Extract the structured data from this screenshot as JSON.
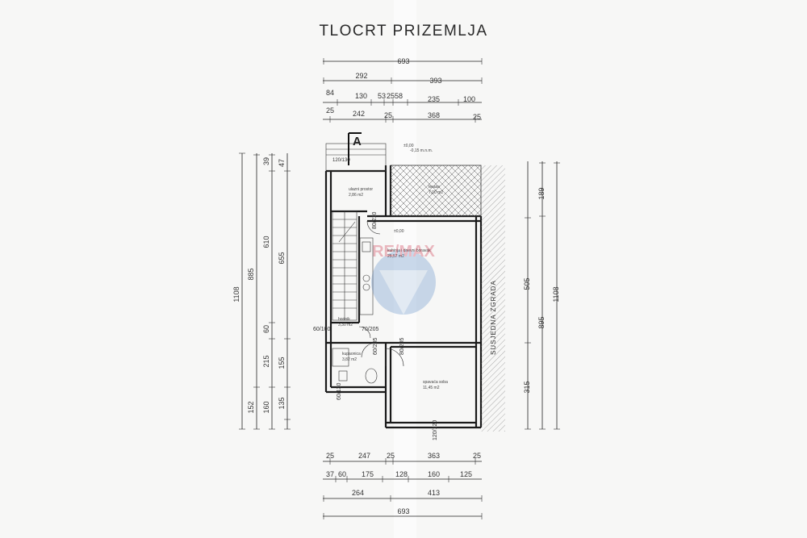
{
  "title": "TLOCRT PRIZEMLJA",
  "section_marker": "A",
  "neighbor_label": "SUSJEDNA ZGRADA",
  "watermark": "RE/MAX",
  "dimensions_top": {
    "row1": [
      "693"
    ],
    "row2": [
      "292",
      "393"
    ],
    "row3": [
      "84",
      "130",
      "53",
      "25",
      "58",
      "235",
      "100"
    ],
    "row4": [
      "25",
      "242",
      "25",
      "368",
      "25"
    ]
  },
  "dimensions_bottom": {
    "row1": [
      "25",
      "247",
      "25",
      "363",
      "25"
    ],
    "row2": [
      "37",
      "60",
      "175",
      "128",
      "160",
      "125"
    ],
    "row3": [
      "264",
      "413"
    ],
    "row4": [
      "693"
    ]
  },
  "dimensions_left": {
    "total": "1108",
    "col2": [
      "885",
      "152"
    ],
    "col3": [
      "39",
      "610",
      "60",
      "215",
      "160"
    ],
    "col4": [
      "47",
      "655",
      "155",
      "135"
    ]
  },
  "dimensions_right": {
    "total": "1108",
    "col2": [
      "895"
    ],
    "col3": [
      "189",
      "505",
      "315"
    ]
  },
  "openings": [
    "120/130",
    "80/210",
    "70/205",
    "60/100",
    "60/205",
    "80/205",
    "60/130",
    "120/120"
  ],
  "rooms": [
    {
      "name": "ulazni prostor",
      "area": "2,86 m2"
    },
    {
      "name": "terasa",
      "area": "7,00 m2"
    },
    {
      "name": "kuhinja i dnevni boravak",
      "area": "25,57 m2"
    },
    {
      "name": "hodnik",
      "area": "3,30 m2"
    },
    {
      "name": "kupaonica",
      "area": "3,82 m2"
    },
    {
      "name": "spavaća soba",
      "area": "11,45 m2"
    }
  ],
  "levels": [
    "±0,00",
    "-0,15 m.n.m."
  ]
}
